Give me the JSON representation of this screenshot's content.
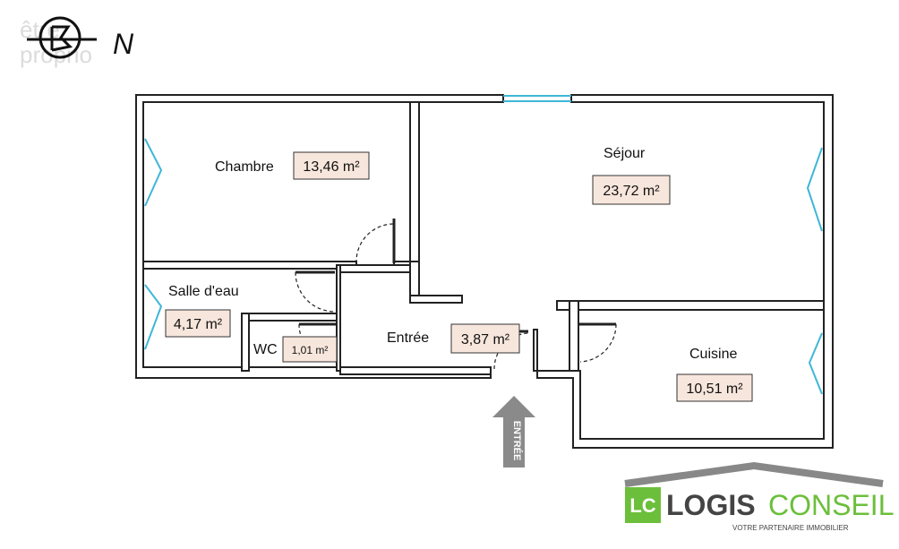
{
  "watermark": {
    "text_line1": "être",
    "text_line2": "proprio"
  },
  "compass": {
    "north_label": "N"
  },
  "rooms": [
    {
      "id": "chambre",
      "label": "Chambre",
      "area": "13,46 m²"
    },
    {
      "id": "sejour",
      "label": "Séjour",
      "area": "23,72 m²"
    },
    {
      "id": "salle-eau",
      "label": "Salle d'eau",
      "area": "4,17 m²"
    },
    {
      "id": "wc",
      "label": "WC",
      "area": "1,01 m²"
    },
    {
      "id": "entree",
      "label": "Entrée",
      "area": "3,87 m²"
    },
    {
      "id": "cuisine",
      "label": "Cuisine",
      "area": "10,51 m²"
    }
  ],
  "entry_arrow": {
    "label": "ENTRÉE"
  },
  "logo": {
    "initials": "LC",
    "name_part1": "LOGIS",
    "name_part2": "CONSEIL",
    "tagline": "VOTRE PARTENAIRE IMMOBILIER",
    "colors": {
      "green": "#6bbf3a",
      "dark": "#444444"
    }
  },
  "colors": {
    "window": "#3fb6d8",
    "area_fill": "#f7e6dc",
    "arrow": "#8a8a8a"
  }
}
